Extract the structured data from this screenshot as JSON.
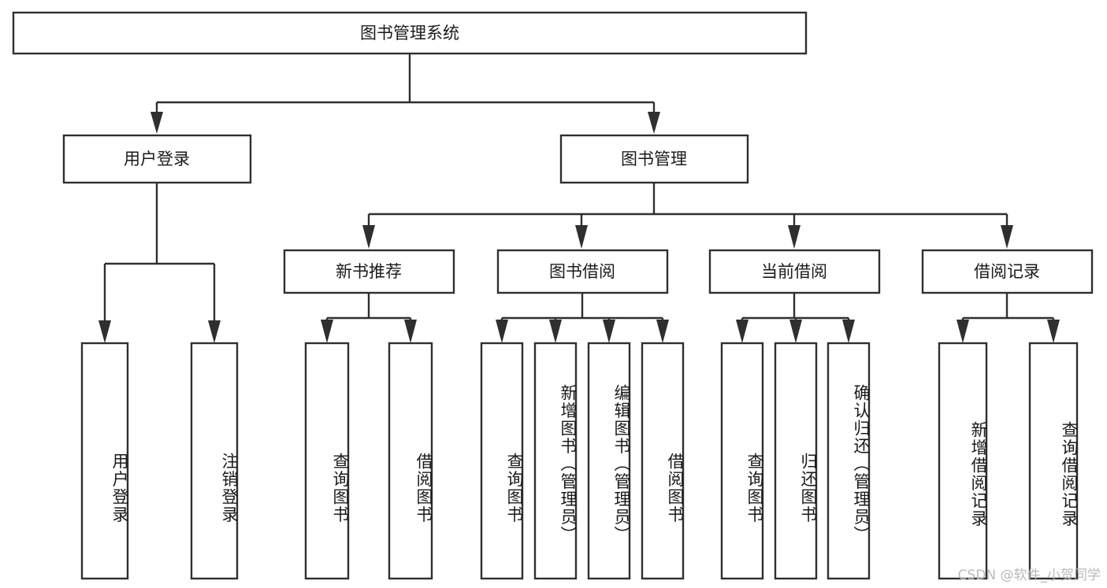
{
  "diagram": {
    "type": "tree-hierarchy",
    "title": "图书管理系统",
    "root": {
      "id": "root",
      "label": "图书管理系统",
      "orientation": "horizontal"
    },
    "level1": [
      {
        "id": "user-login",
        "label": "用户登录",
        "orientation": "horizontal"
      },
      {
        "id": "book-manage",
        "label": "图书管理",
        "orientation": "horizontal"
      }
    ],
    "level2": [
      {
        "id": "new-book-recommend",
        "label": "新书推荐",
        "orientation": "horizontal",
        "parent": "book-manage"
      },
      {
        "id": "book-borrow",
        "label": "图书借阅",
        "orientation": "horizontal",
        "parent": "book-manage"
      },
      {
        "id": "current-borrow",
        "label": "当前借阅",
        "orientation": "horizontal",
        "parent": "book-manage"
      },
      {
        "id": "borrow-record",
        "label": "借阅记录",
        "orientation": "horizontal",
        "parent": "book-manage"
      }
    ],
    "leaves": [
      {
        "id": "leaf-user-login",
        "label": "用户登录",
        "orientation": "vertical",
        "parent": "user-login"
      },
      {
        "id": "leaf-logout-login",
        "label": "注销登录",
        "orientation": "vertical",
        "parent": "user-login"
      },
      {
        "id": "leaf-query-book-1",
        "label": "查询图书",
        "orientation": "vertical",
        "parent": "new-book-recommend"
      },
      {
        "id": "leaf-borrow-book-1",
        "label": "借阅图书",
        "orientation": "vertical",
        "parent": "new-book-recommend"
      },
      {
        "id": "leaf-query-book-2",
        "label": "查询图书",
        "orientation": "vertical",
        "parent": "book-borrow"
      },
      {
        "id": "leaf-add-book",
        "label": "新增图书（管理员）",
        "orientation": "vertical",
        "parent": "book-borrow"
      },
      {
        "id": "leaf-edit-book",
        "label": "编辑图书（管理员）",
        "orientation": "vertical",
        "parent": "book-borrow"
      },
      {
        "id": "leaf-borrow-book-2",
        "label": "借阅图书",
        "orientation": "vertical",
        "parent": "book-borrow"
      },
      {
        "id": "leaf-query-book-3",
        "label": "查询图书",
        "orientation": "vertical",
        "parent": "current-borrow"
      },
      {
        "id": "leaf-return-book",
        "label": "归还图书",
        "orientation": "vertical",
        "parent": "current-borrow"
      },
      {
        "id": "leaf-confirm-return",
        "label": "确认归还（管理员）",
        "orientation": "vertical",
        "parent": "current-borrow"
      },
      {
        "id": "leaf-add-record",
        "label": "新增借阅记录",
        "orientation": "vertical",
        "parent": "borrow-record"
      },
      {
        "id": "leaf-query-record",
        "label": "查询借阅记录",
        "orientation": "vertical",
        "parent": "borrow-record"
      }
    ],
    "colors": {
      "stroke": "#2f2f2f",
      "box_fill": "#ffffff",
      "text": "#1a1a1a",
      "background": "#ffffff",
      "watermark": "#b9b9b9"
    }
  },
  "watermark": {
    "text": "CSDN @软件_小贺同学"
  }
}
